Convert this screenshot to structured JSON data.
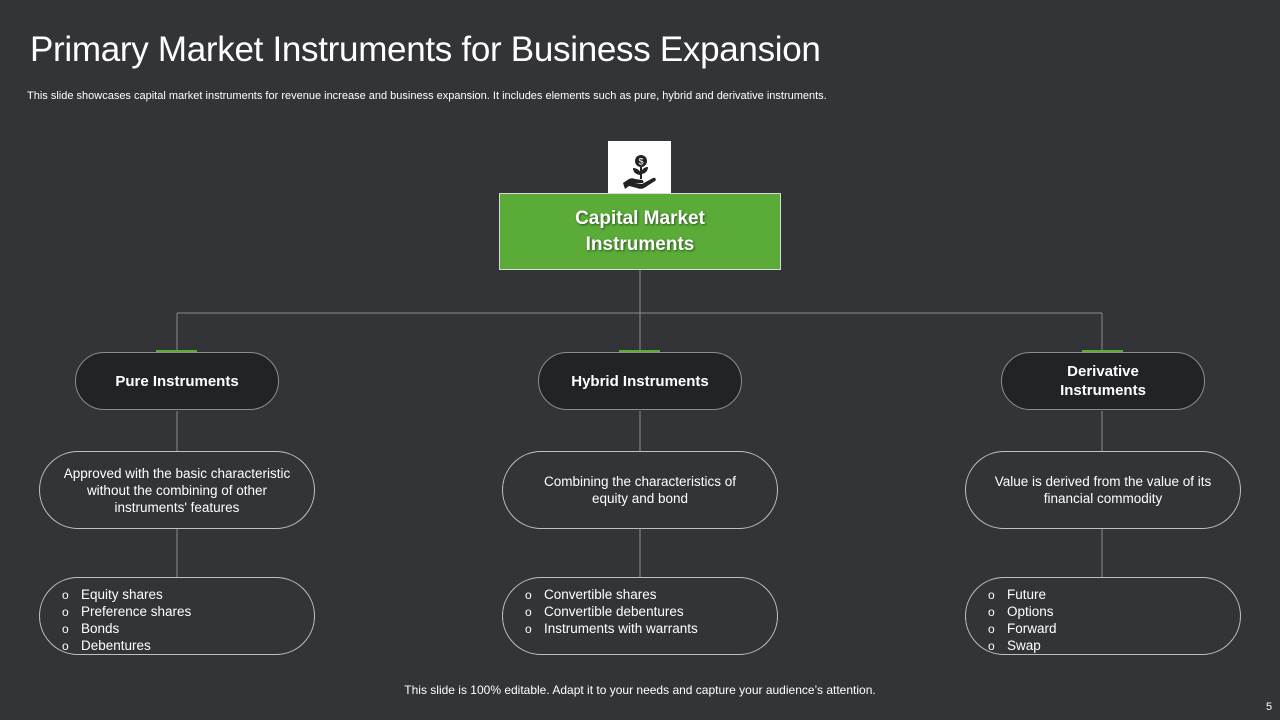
{
  "header": {
    "title": "Primary Market Instruments for Business Expansion",
    "subtitle": "This slide showcases capital market instruments for revenue increase and business expansion. It includes elements such as pure, hybrid and derivative instruments."
  },
  "diagram": {
    "icon": "money-plant-in-hand-icon",
    "root_label": "Capital Market Instruments",
    "accent_color": "#5aab38",
    "branches": [
      {
        "title": "Pure Instruments",
        "description": "Approved with the basic characteristic without the combining of other instruments' features",
        "items": [
          "Equity shares",
          "Preference shares",
          "Bonds",
          "Debentures"
        ]
      },
      {
        "title": "Hybrid Instruments",
        "description": "Combining the characteristics of equity and bond",
        "items": [
          "Convertible shares",
          "Convertible debentures",
          "Instruments with warrants"
        ]
      },
      {
        "title": "Derivative Instruments",
        "description": "Value is derived from the value of its financial commodity",
        "items": [
          "Future",
          "Options",
          "Forward",
          "Swap"
        ]
      }
    ]
  },
  "footer": {
    "note": "This slide is 100% editable. Adapt it to your needs and capture your audience’s attention.",
    "page_number": "5"
  }
}
